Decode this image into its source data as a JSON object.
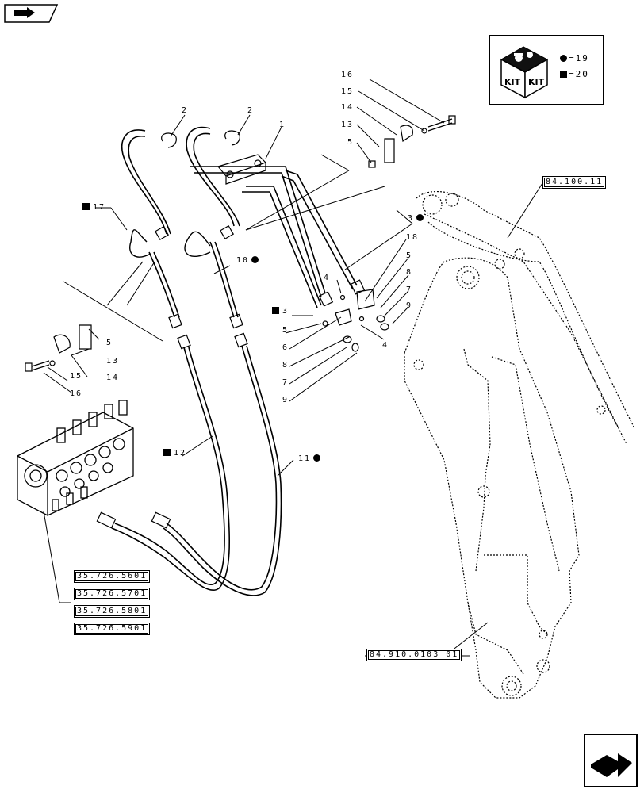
{
  "kit_legend": {
    "kit_text": "KIT",
    "circle_item": "=19",
    "square_item": "=20"
  },
  "callouts": {
    "c1": "1",
    "c2a": "2",
    "c2b": "2",
    "c3a": "3",
    "c3b": "3",
    "c4a": "4",
    "c4b": "4",
    "c5a": "5",
    "c5b": "5",
    "c5c": "5",
    "c5d": "5",
    "c6": "6",
    "c7a": "7",
    "c7b": "7",
    "c8a": "8",
    "c8b": "8",
    "c9a": "9",
    "c9b": "9",
    "c10": "10",
    "c11": "11",
    "c12": "12",
    "c13a": "13",
    "c13b": "13",
    "c14a": "14",
    "c14b": "14",
    "c15a": "15",
    "c15b": "15",
    "c16a": "16",
    "c16b": "16",
    "c17": "17",
    "c18": "18"
  },
  "references": {
    "boom_ref": "84.100.11",
    "arm_ref": "84.910.0103 01",
    "valve_refs": [
      "35.726.5601",
      "35.726.5701",
      "35.726.5801",
      "35.726.5901"
    ]
  },
  "icons": {
    "top_left": "book-arrow-icon",
    "bottom_right": "next-page-arrow-icon"
  }
}
